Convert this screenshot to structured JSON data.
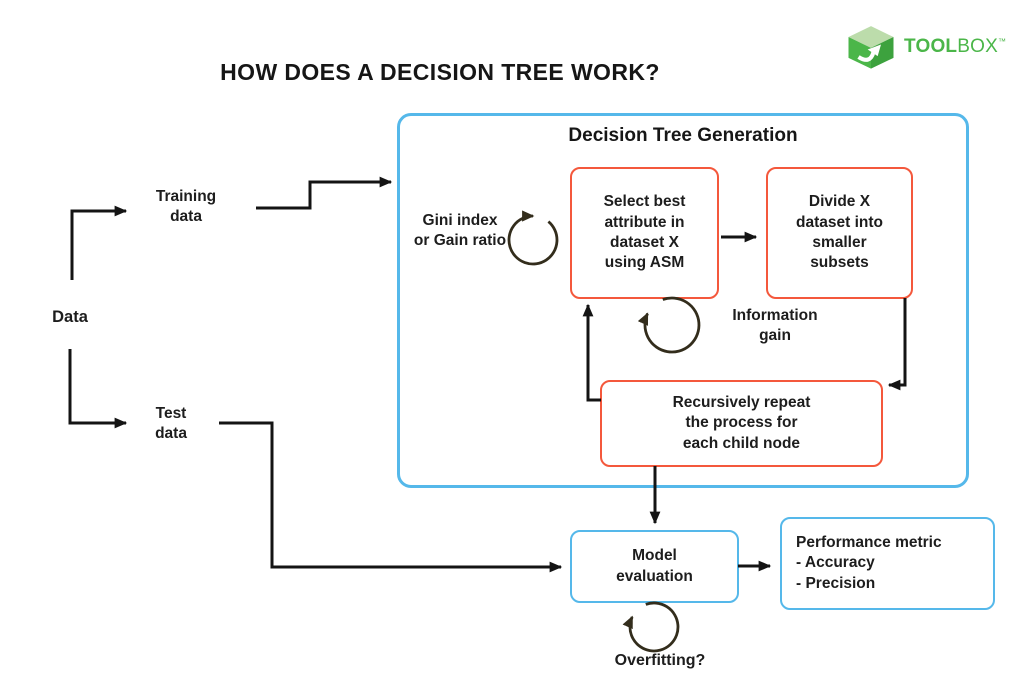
{
  "title": "HOW DOES A DECISION TREE WORK?",
  "logo": {
    "brand_bold": "TOOL",
    "brand_regular": "BOX",
    "tm": "™"
  },
  "flow": {
    "container_title": "Decision Tree Generation",
    "nodes": {
      "data": "Data",
      "training_data": "Training\ndata",
      "test_data": "Test\ndata",
      "select_attribute": "Select best\nattribute in\ndataset X\nusing ASM",
      "divide_dataset": "Divide X\ndataset into\nsmaller\nsubsets",
      "recursive_repeat": "Recursively repeat\nthe process for\neach child node",
      "model_evaluation": "Model\nevaluation",
      "performance_metric": "Performance metric\n- Accuracy\n- Precision"
    },
    "annotations": {
      "asm_criteria": "Gini index\nor Gain ratio",
      "information_gain": "Information\ngain",
      "overfitting": "Overfitting?"
    }
  },
  "colors": {
    "blue": "#55b8ea",
    "orange": "#f4583c",
    "green": "#4bb649",
    "green_light": "#bcdcab",
    "green_dark": "#3da23e",
    "line": "#141414",
    "loop": "#332d1c",
    "text": "#1d1d1d",
    "bg": "#ffffff"
  }
}
